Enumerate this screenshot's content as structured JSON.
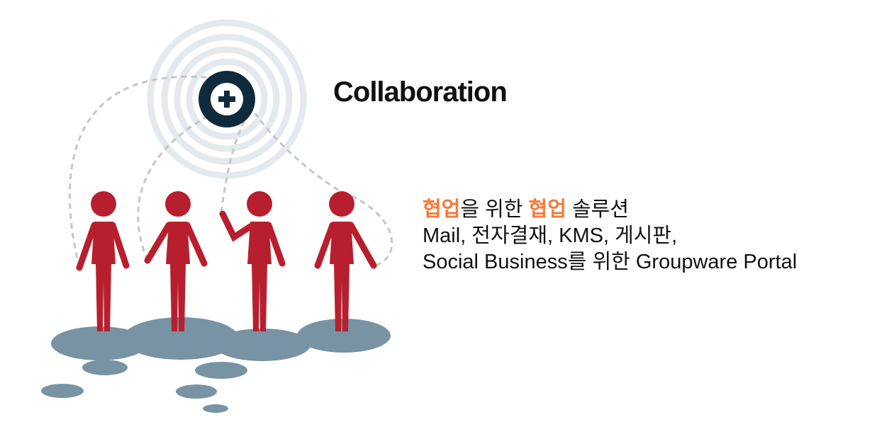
{
  "title": "Collaboration",
  "description": {
    "line1": {
      "hl1": "협업",
      "t1": "을 위한 ",
      "hl2": "협업",
      "t2": " 솔루션"
    },
    "line2": "Mail, 전자결재, KMS, 게시판,",
    "line3": "Social Business를 위한 Groupware Portal"
  },
  "colors": {
    "accent": "#f47b3a",
    "figure": "#b81f2e",
    "hub": "#0f2a3d",
    "ring": "#e3e9ec",
    "platform": "#7893a3"
  },
  "icons": [
    "plus-icon",
    "person-icon"
  ]
}
